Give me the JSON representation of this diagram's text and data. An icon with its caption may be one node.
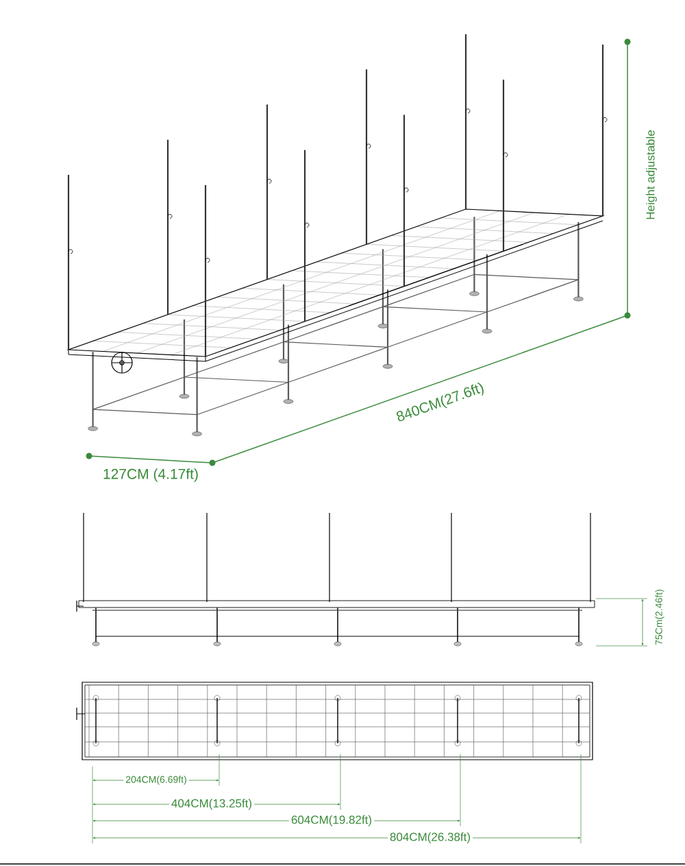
{
  "diagram": {
    "labels": [
      "Height adjustable",
      "840CM(27.6ft)",
      "127CM (4.17ft)",
      "75Cm(2.46ft)",
      "204CM(6.69ft)",
      "404CM(13.25ft)",
      "604CM(19.82ft)",
      "804CM(26.38ft)"
    ]
  }
}
